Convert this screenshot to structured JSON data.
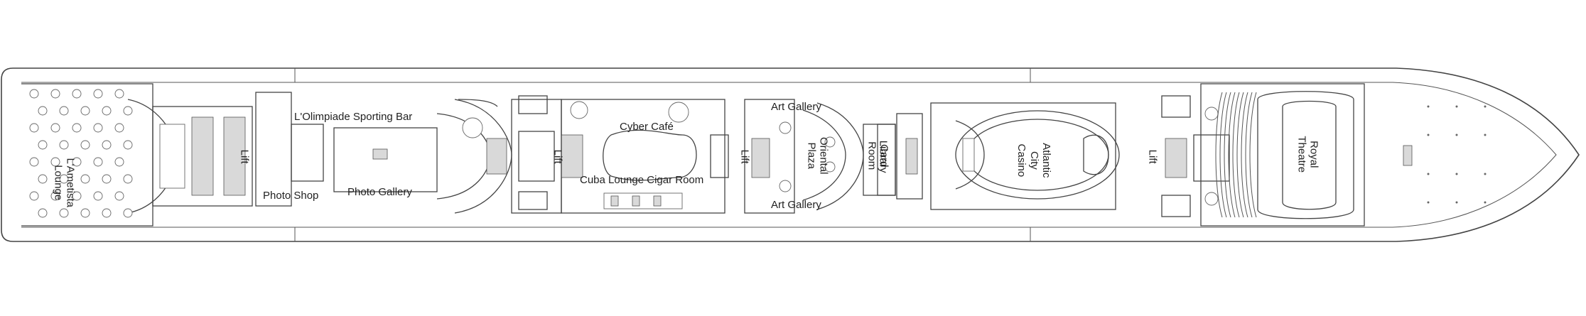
{
  "deck_plan": {
    "labels": {
      "ametista_lounge": "L'Ametista\nLounge",
      "lift_1": "Lift",
      "olimpiade_bar": "L'Olimpiade Sporting Bar",
      "photo_shop": "Photo Shop",
      "photo_gallery": "Photo Gallery",
      "lift_2": "Lift",
      "cyber_cafe": "Cyber Café",
      "cuba_lounge": "Cuba Lounge Cigar Room",
      "art_gallery_top": "Art Gallery",
      "art_gallery_bottom": "Art Gallery",
      "lift_3": "Lift",
      "oriental_plaza": "Oriental\nPlaza",
      "card_room": "Card\nRoom",
      "library": "Library",
      "casino": "Atlantic\nCity\nCasino",
      "lift_4": "Lift",
      "royal_theatre": "Royal\nTheatre"
    },
    "colors": {
      "line": "#444444",
      "shade": "#d9d9d9",
      "background": "#ffffff"
    }
  }
}
